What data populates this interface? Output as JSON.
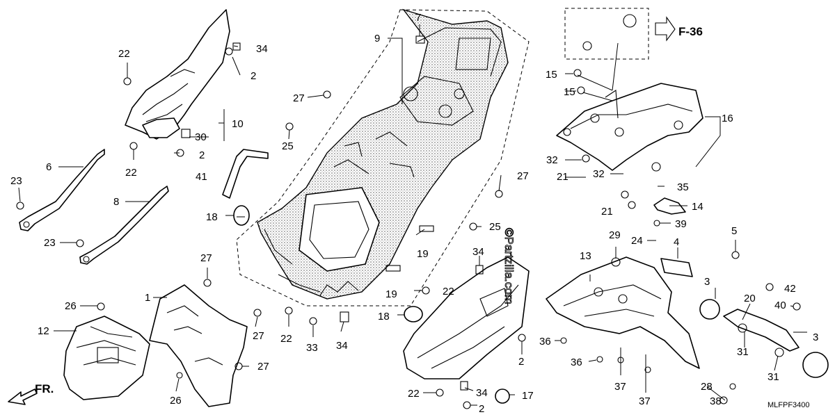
{
  "diagram": {
    "reference": "F-36",
    "front_label": "FR.",
    "code": "MLFPF3400",
    "watermark": "©Partzilla.com"
  },
  "callouts": [
    {
      "n": "1"
    },
    {
      "n": "2"
    },
    {
      "n": "2"
    },
    {
      "n": "2"
    },
    {
      "n": "2"
    },
    {
      "n": "3"
    },
    {
      "n": "3"
    },
    {
      "n": "4"
    },
    {
      "n": "5"
    },
    {
      "n": "6"
    },
    {
      "n": "7"
    },
    {
      "n": "8"
    },
    {
      "n": "9"
    },
    {
      "n": "10"
    },
    {
      "n": "12"
    },
    {
      "n": "13"
    },
    {
      "n": "14"
    },
    {
      "n": "15"
    },
    {
      "n": "15"
    },
    {
      "n": "16"
    },
    {
      "n": "17"
    },
    {
      "n": "18"
    },
    {
      "n": "18"
    },
    {
      "n": "19"
    },
    {
      "n": "19"
    },
    {
      "n": "20"
    },
    {
      "n": "21"
    },
    {
      "n": "21"
    },
    {
      "n": "22"
    },
    {
      "n": "22"
    },
    {
      "n": "22"
    },
    {
      "n": "22"
    },
    {
      "n": "22"
    },
    {
      "n": "23"
    },
    {
      "n": "23"
    },
    {
      "n": "24"
    },
    {
      "n": "25"
    },
    {
      "n": "25"
    },
    {
      "n": "26"
    },
    {
      "n": "26"
    },
    {
      "n": "27"
    },
    {
      "n": "27"
    },
    {
      "n": "27"
    },
    {
      "n": "27"
    },
    {
      "n": "27"
    },
    {
      "n": "28"
    },
    {
      "n": "29"
    },
    {
      "n": "30"
    },
    {
      "n": "31"
    },
    {
      "n": "31"
    },
    {
      "n": "32"
    },
    {
      "n": "32"
    },
    {
      "n": "33"
    },
    {
      "n": "34"
    },
    {
      "n": "34"
    },
    {
      "n": "34"
    },
    {
      "n": "34"
    },
    {
      "n": "35"
    },
    {
      "n": "36"
    },
    {
      "n": "36"
    },
    {
      "n": "37"
    },
    {
      "n": "37"
    },
    {
      "n": "38"
    },
    {
      "n": "39"
    },
    {
      "n": "40"
    },
    {
      "n": "41"
    },
    {
      "n": "42"
    }
  ]
}
